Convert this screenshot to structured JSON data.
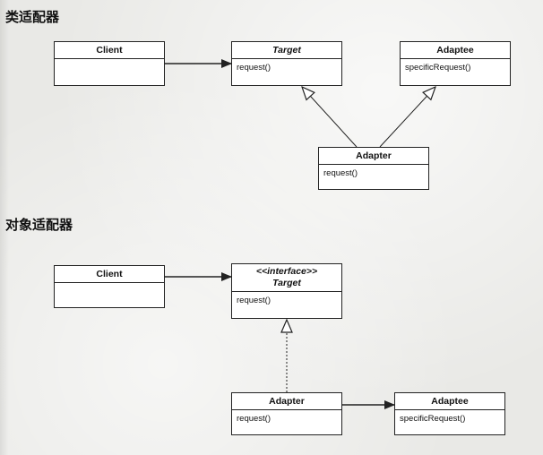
{
  "class_adapter": {
    "title": "类适配器",
    "client": {
      "name": "Client"
    },
    "target": {
      "name": "Target",
      "op": "request()"
    },
    "adaptee": {
      "name": "Adaptee",
      "op": "specificRequest()"
    },
    "adapter": {
      "name": "Adapter",
      "op": "request()"
    }
  },
  "object_adapter": {
    "title": "对象适配器",
    "client": {
      "name": "Client"
    },
    "target": {
      "stereotype": "<<interface>>",
      "name": "Target",
      "op": "request()"
    },
    "adapter": {
      "name": "Adapter",
      "op": "request()"
    },
    "adaptee": {
      "name": "Adaptee",
      "op": "specificRequest()"
    }
  }
}
